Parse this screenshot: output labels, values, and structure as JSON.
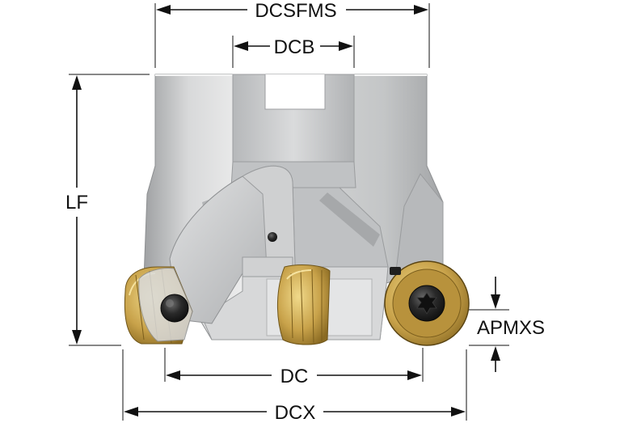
{
  "dimensions": {
    "dcsfms": "DCSFMS",
    "dcb": "DCB",
    "lf": "LF",
    "apmxs": "APMXS",
    "dc": "DC",
    "dcx": "DCX"
  },
  "colors": {
    "body_metal": "#c9cbcd",
    "body_highlight": "#eceded",
    "body_shadow": "#9a9c9e",
    "insert_gold": "#c8a24a",
    "insert_dark": "#2b2b2b",
    "screw_black": "#1a1a1a",
    "dimension_line": "#111111"
  },
  "icons": {
    "tool_body": "milling-cutter-body",
    "insert": "round-insert",
    "screw": "torx-screw"
  }
}
